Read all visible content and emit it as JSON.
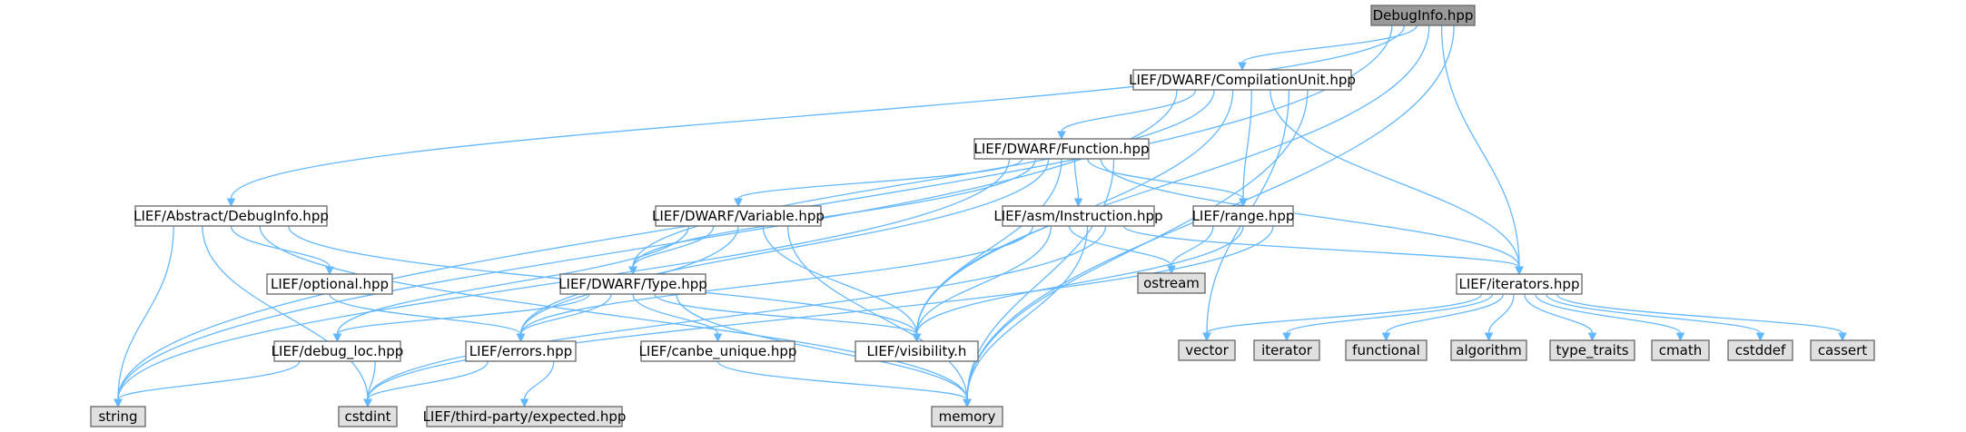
{
  "colors": {
    "root_fill": "#999999",
    "local_fill": "#ffffff",
    "system_fill": "#e0e0e0",
    "border": "#666666",
    "edge": "#63b8ff"
  },
  "nodes": [
    {
      "id": "debuginfo_hpp",
      "label": "DebugInfo.hpp",
      "kind": "root"
    },
    {
      "id": "compilationunit_hpp",
      "label": "LIEF/DWARF/CompilationUnit.hpp",
      "kind": "local"
    },
    {
      "id": "function_hpp",
      "label": "LIEF/DWARF/Function.hpp",
      "kind": "local"
    },
    {
      "id": "abstract_debuginfo_hpp",
      "label": "LIEF/Abstract/DebugInfo.hpp",
      "kind": "local"
    },
    {
      "id": "variable_hpp",
      "label": "LIEF/DWARF/Variable.hpp",
      "kind": "local"
    },
    {
      "id": "instruction_hpp",
      "label": "LIEF/asm/Instruction.hpp",
      "kind": "local"
    },
    {
      "id": "range_hpp",
      "label": "LIEF/range.hpp",
      "kind": "local"
    },
    {
      "id": "optional_hpp",
      "label": "LIEF/optional.hpp",
      "kind": "local"
    },
    {
      "id": "type_hpp",
      "label": "LIEF/DWARF/Type.hpp",
      "kind": "local"
    },
    {
      "id": "iterators_hpp",
      "label": "LIEF/iterators.hpp",
      "kind": "local"
    },
    {
      "id": "debug_loc_hpp",
      "label": "LIEF/debug_loc.hpp",
      "kind": "local"
    },
    {
      "id": "errors_hpp",
      "label": "LIEF/errors.hpp",
      "kind": "local"
    },
    {
      "id": "canbe_unique_hpp",
      "label": "LIEF/canbe_unique.hpp",
      "kind": "local"
    },
    {
      "id": "visibility_h",
      "label": "LIEF/visibility.h",
      "kind": "local"
    },
    {
      "id": "expected_hpp",
      "label": "LIEF/third-party/expected.hpp",
      "kind": "system"
    },
    {
      "id": "string",
      "label": "string",
      "kind": "system"
    },
    {
      "id": "cstdint",
      "label": "cstdint",
      "kind": "system"
    },
    {
      "id": "memory",
      "label": "memory",
      "kind": "system"
    },
    {
      "id": "ostream",
      "label": "ostream",
      "kind": "system"
    },
    {
      "id": "vector",
      "label": "vector",
      "kind": "system"
    },
    {
      "id": "iterator",
      "label": "iterator",
      "kind": "system"
    },
    {
      "id": "functional",
      "label": "functional",
      "kind": "system"
    },
    {
      "id": "algorithm",
      "label": "algorithm",
      "kind": "system"
    },
    {
      "id": "type_traits",
      "label": "type_traits",
      "kind": "system"
    },
    {
      "id": "cmath",
      "label": "cmath",
      "kind": "system"
    },
    {
      "id": "cstddef",
      "label": "cstddef",
      "kind": "system"
    },
    {
      "id": "cassert",
      "label": "cassert",
      "kind": "system"
    }
  ],
  "edges": [
    [
      "debuginfo_hpp",
      "string"
    ],
    [
      "debuginfo_hpp",
      "abstract_debuginfo_hpp"
    ],
    [
      "debuginfo_hpp",
      "compilationunit_hpp"
    ],
    [
      "debuginfo_hpp",
      "visibility_h"
    ],
    [
      "debuginfo_hpp",
      "iterators_hpp"
    ],
    [
      "debuginfo_hpp",
      "memory"
    ],
    [
      "compilationunit_hpp",
      "string"
    ],
    [
      "compilationunit_hpp",
      "function_hpp"
    ],
    [
      "compilationunit_hpp",
      "type_hpp"
    ],
    [
      "compilationunit_hpp",
      "visibility_h"
    ],
    [
      "compilationunit_hpp",
      "range_hpp"
    ],
    [
      "compilationunit_hpp",
      "iterators_hpp"
    ],
    [
      "compilationunit_hpp",
      "vector"
    ],
    [
      "compilationunit_hpp",
      "memory"
    ],
    [
      "function_hpp",
      "string"
    ],
    [
      "function_hpp",
      "variable_hpp"
    ],
    [
      "function_hpp",
      "type_hpp"
    ],
    [
      "function_hpp",
      "errors_hpp"
    ],
    [
      "function_hpp",
      "visibility_h"
    ],
    [
      "function_hpp",
      "instruction_hpp"
    ],
    [
      "function_hpp",
      "range_hpp"
    ],
    [
      "function_hpp",
      "iterators_hpp"
    ],
    [
      "function_hpp",
      "memory"
    ],
    [
      "abstract_debuginfo_hpp",
      "string"
    ],
    [
      "abstract_debuginfo_hpp",
      "cstdint"
    ],
    [
      "abstract_debuginfo_hpp",
      "optional_hpp"
    ],
    [
      "abstract_debuginfo_hpp",
      "memory"
    ],
    [
      "abstract_debuginfo_hpp",
      "visibility_h"
    ],
    [
      "variable_hpp",
      "debug_loc_hpp"
    ],
    [
      "variable_hpp",
      "type_hpp"
    ],
    [
      "variable_hpp",
      "errors_hpp"
    ],
    [
      "variable_hpp",
      "visibility_h"
    ],
    [
      "variable_hpp",
      "memory"
    ],
    [
      "instruction_hpp",
      "errors_hpp"
    ],
    [
      "instruction_hpp",
      "visibility_h"
    ],
    [
      "instruction_hpp",
      "ostream"
    ],
    [
      "instruction_hpp",
      "memory"
    ],
    [
      "instruction_hpp",
      "cstdint"
    ],
    [
      "instruction_hpp",
      "iterators_hpp"
    ],
    [
      "range_hpp",
      "ostream"
    ],
    [
      "range_hpp",
      "visibility_h"
    ],
    [
      "range_hpp",
      "cstdint"
    ],
    [
      "optional_hpp",
      "errors_hpp"
    ],
    [
      "type_hpp",
      "debug_loc_hpp"
    ],
    [
      "type_hpp",
      "errors_hpp"
    ],
    [
      "type_hpp",
      "canbe_unique_hpp"
    ],
    [
      "type_hpp",
      "visibility_h"
    ],
    [
      "type_hpp",
      "memory"
    ],
    [
      "iterators_hpp",
      "vector"
    ],
    [
      "iterators_hpp",
      "iterator"
    ],
    [
      "iterators_hpp",
      "functional"
    ],
    [
      "iterators_hpp",
      "algorithm"
    ],
    [
      "iterators_hpp",
      "type_traits"
    ],
    [
      "iterators_hpp",
      "cmath"
    ],
    [
      "iterators_hpp",
      "cstddef"
    ],
    [
      "iterators_hpp",
      "cassert"
    ],
    [
      "debug_loc_hpp",
      "string"
    ],
    [
      "debug_loc_hpp",
      "cstdint"
    ],
    [
      "errors_hpp",
      "cstdint"
    ],
    [
      "errors_hpp",
      "expected_hpp"
    ],
    [
      "canbe_unique_hpp",
      "memory"
    ]
  ]
}
